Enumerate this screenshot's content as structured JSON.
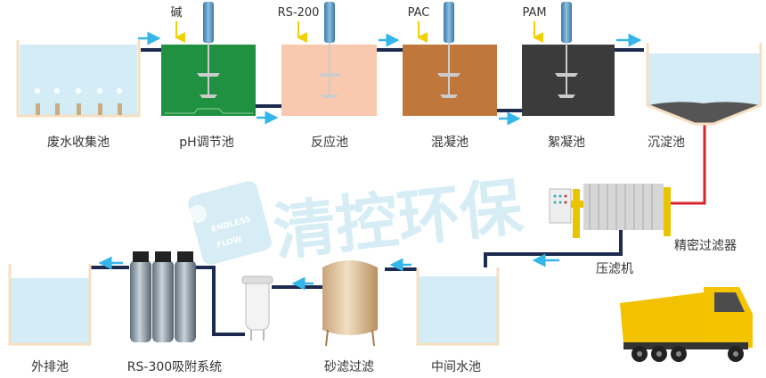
{
  "watermark": {
    "text": "清控环保",
    "logo_line1": "ENDLESS",
    "logo_line2": "FLOW"
  },
  "units": {
    "wastewater_tank": "废水收集池",
    "ph_tank": "pH调节池",
    "reaction_tank": "反应池",
    "coagulation_tank": "混凝池",
    "flocculation_tank": "絮凝池",
    "settling_tank": "沉淀池",
    "precision_filter": "精密过滤器",
    "filter_press": "压滤机",
    "intermediate_tank": "中间水池",
    "sand_filter": "砂滤过滤",
    "adsorption_system": "RS-300吸附系统",
    "discharge_tank": "外排池"
  },
  "dosing": {
    "ph": "碱",
    "reaction": "RS-200",
    "coagulation": "PAC",
    "flocculation": "PAM"
  },
  "colors": {
    "water": "#d3ecf6",
    "ph_tank": "#1f9140",
    "reaction_tank": "#f8c9ae",
    "coagulation_tank": "#c0773c",
    "flocculation_tank": "#3b3b3b",
    "pipe": "#1c2b4f",
    "sludge_pipe": "#d7262b",
    "flow_arrow": "#35b6ea",
    "dosing_arrow": "#f0d000"
  }
}
